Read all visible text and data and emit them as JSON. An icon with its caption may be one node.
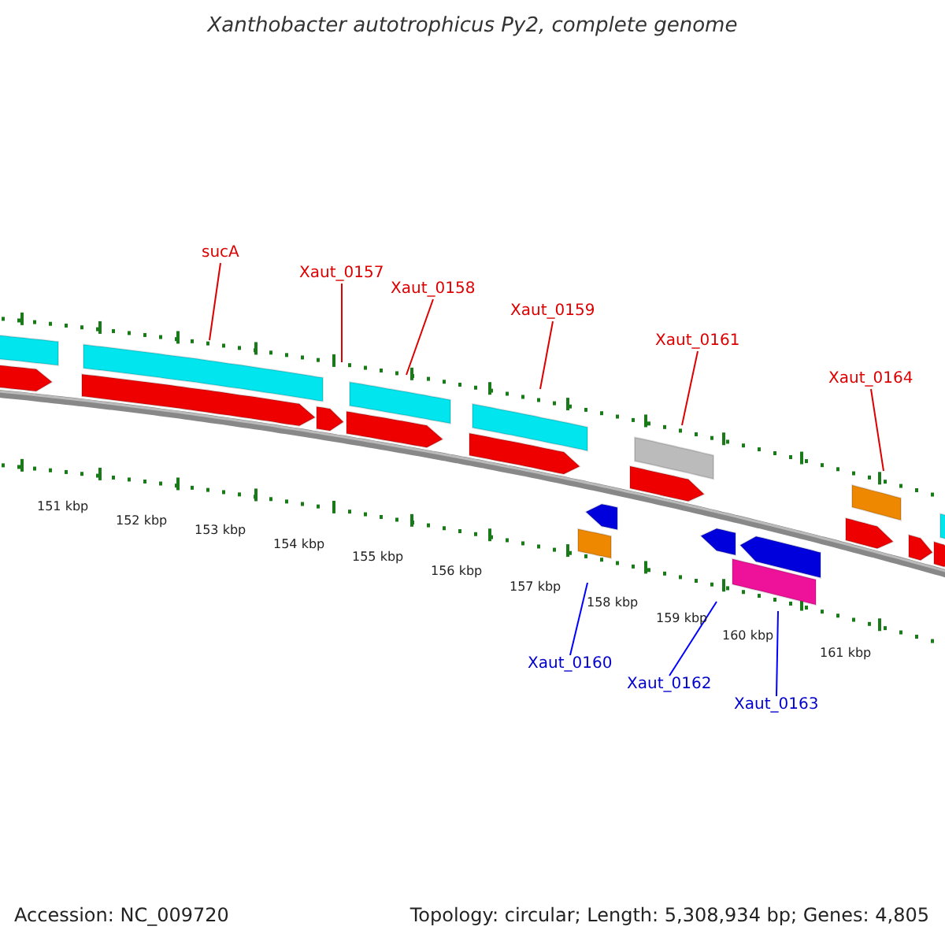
{
  "diagram": {
    "title": "Xanthobacter autotrophicus Py2, complete genome",
    "nodes": [
      {
        "text": [
          "sucA"
        ]
      },
      {
        "text": [
          "Xaut_0157"
        ]
      },
      {
        "text": [
          "Xaut_0158"
        ]
      },
      {
        "text": [
          "Xaut_0159"
        ]
      },
      {
        "text": [
          "Xaut_0161"
        ]
      },
      {
        "text": [
          "Xaut_0164"
        ]
      },
      {
        "text": [
          "Xaut_0160"
        ]
      },
      {
        "text": [
          "Xaut_0162"
        ]
      },
      {
        "text": [
          "Xaut_0163"
        ]
      }
    ],
    "edges": [
      {
        "from": 0,
        "to": null,
        "arrow": "none"
      },
      {
        "from": 1,
        "to": null,
        "arrow": "none"
      },
      {
        "from": 2,
        "to": null,
        "arrow": "none"
      },
      {
        "from": 3,
        "to": null,
        "arrow": "none"
      },
      {
        "from": 4,
        "to": null,
        "arrow": "none"
      },
      {
        "from": 5,
        "to": null,
        "arrow": "none"
      },
      {
        "from": 6,
        "to": null,
        "arrow": "none",
        "color": "#0000ff"
      },
      {
        "from": 7,
        "to": null,
        "arrow": "none",
        "color": "#0000ff"
      },
      {
        "from": 8,
        "to": null,
        "arrow": "none",
        "color": "#0000ff"
      }
    ],
    "labels": [
      "151 kbp",
      "152 kbp",
      "153 kbp",
      "154 kbp",
      "155 kbp",
      "156 kbp",
      "157 kbp",
      "158 kbp",
      "159 kbp",
      "160 kbp",
      "161 kbp",
      "Accession: NC_009720",
      "Topology: circular; Length: 5,308,934 bp; Genes: 4,805"
    ]
  }
}
